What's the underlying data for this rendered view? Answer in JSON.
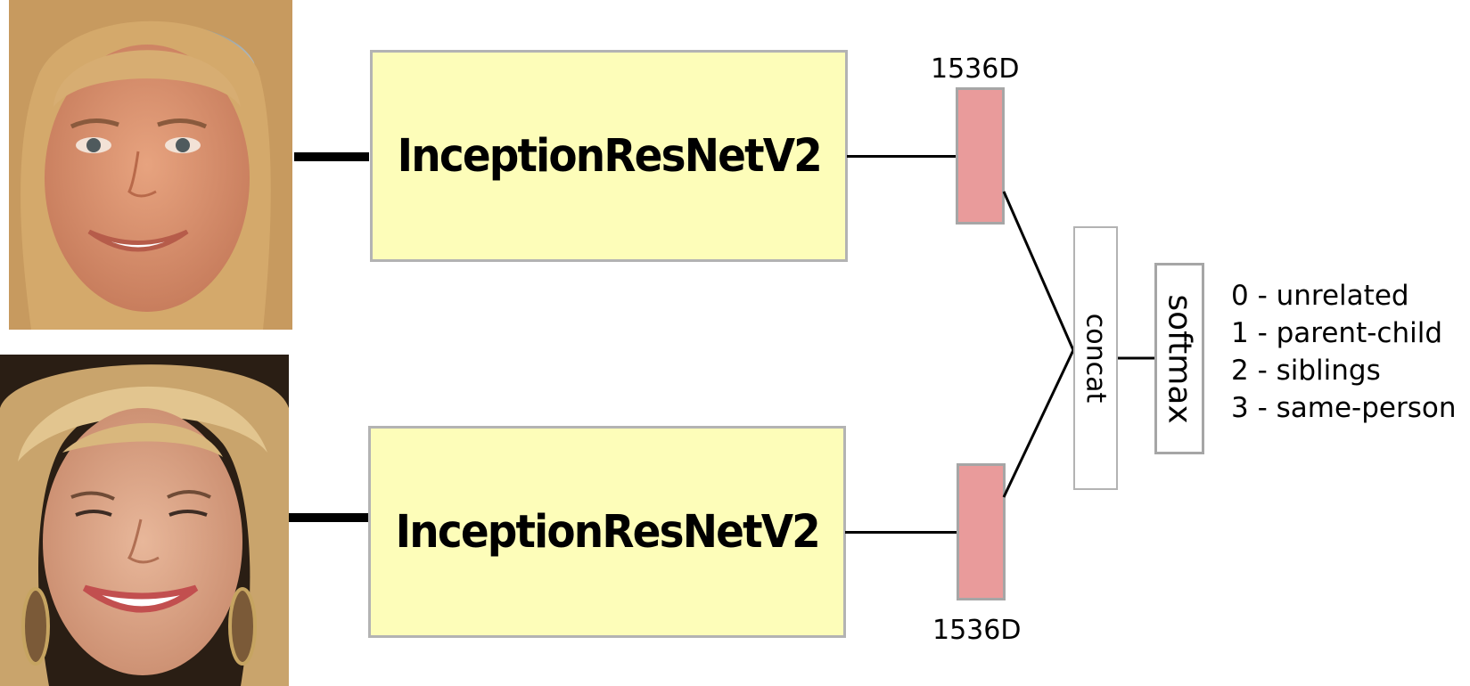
{
  "top_branch": {
    "photo_icon": "face-photo-woman-straight-blonde-hair",
    "network_label": "InceptionResNetV2",
    "feature_dim": "1536D"
  },
  "bottom_branch": {
    "photo_icon": "face-photo-woman-curly-blonde-hair-earrings",
    "network_label": "InceptionResNetV2",
    "feature_dim": "1536D"
  },
  "concat_label": "concat",
  "softmax_label": "softmax",
  "classes": [
    "0 - unrelated",
    "1 - parent-child",
    "2 - siblings",
    "3 - same-person"
  ],
  "colors": {
    "network_box": "#fdfdb9",
    "feature_vector": "#e99b9b",
    "box_border": "#b3b3b3"
  }
}
